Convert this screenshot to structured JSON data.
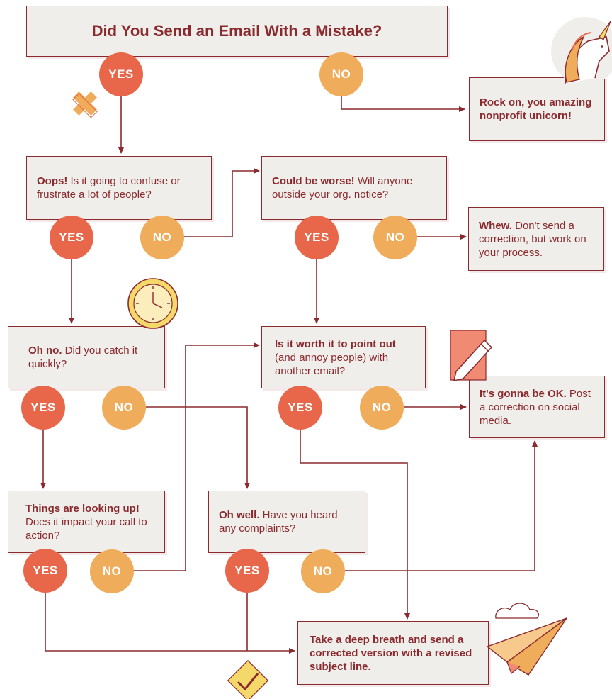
{
  "title": "Did You Send an Email With a Mistake?",
  "colors": {
    "box_fill": "#efeeea",
    "border_text": "#8a2a2e",
    "yes": "#e8674a",
    "no": "#efac5a",
    "accent_yellow": "#f4d96a"
  },
  "labels": {
    "yes": "YES",
    "no": "NO"
  },
  "boxes": {
    "unicorn": {
      "bold": "Rock on, you amazing nonprofit unicorn!",
      "rest": ""
    },
    "oops": {
      "bold": "Oops!",
      "rest": " Is it going to confuse or frustrate a lot of people?"
    },
    "worse": {
      "bold": "Could be worse!",
      "rest": " Will anyone outside your org. notice?"
    },
    "whew": {
      "bold": "Whew.",
      "rest": " Don't send a correction, but work on your process."
    },
    "ohno": {
      "bold": "Oh no.",
      "rest": " Did you catch it quickly?"
    },
    "worth": {
      "bold": "Is it worth it to point out",
      "rest": " (and annoy people) with another email?"
    },
    "ok": {
      "bold": "It's gonna be OK.",
      "rest": " Post a correction on social media."
    },
    "looking": {
      "bold": "Things are looking up!",
      "rest": " Does it impact your call to action?"
    },
    "ohwell": {
      "bold": "Oh well.",
      "rest": " Have you heard any complaints?"
    },
    "breath": {
      "bold": "Take a deep breath and send a corrected version with a revised subject line.",
      "rest": ""
    }
  },
  "icons": [
    "unicorn-icon",
    "clock-icon",
    "pencil-note-icon",
    "x-mark-icon",
    "checkmark-icon",
    "paper-plane-icon",
    "cloud-icon"
  ]
}
